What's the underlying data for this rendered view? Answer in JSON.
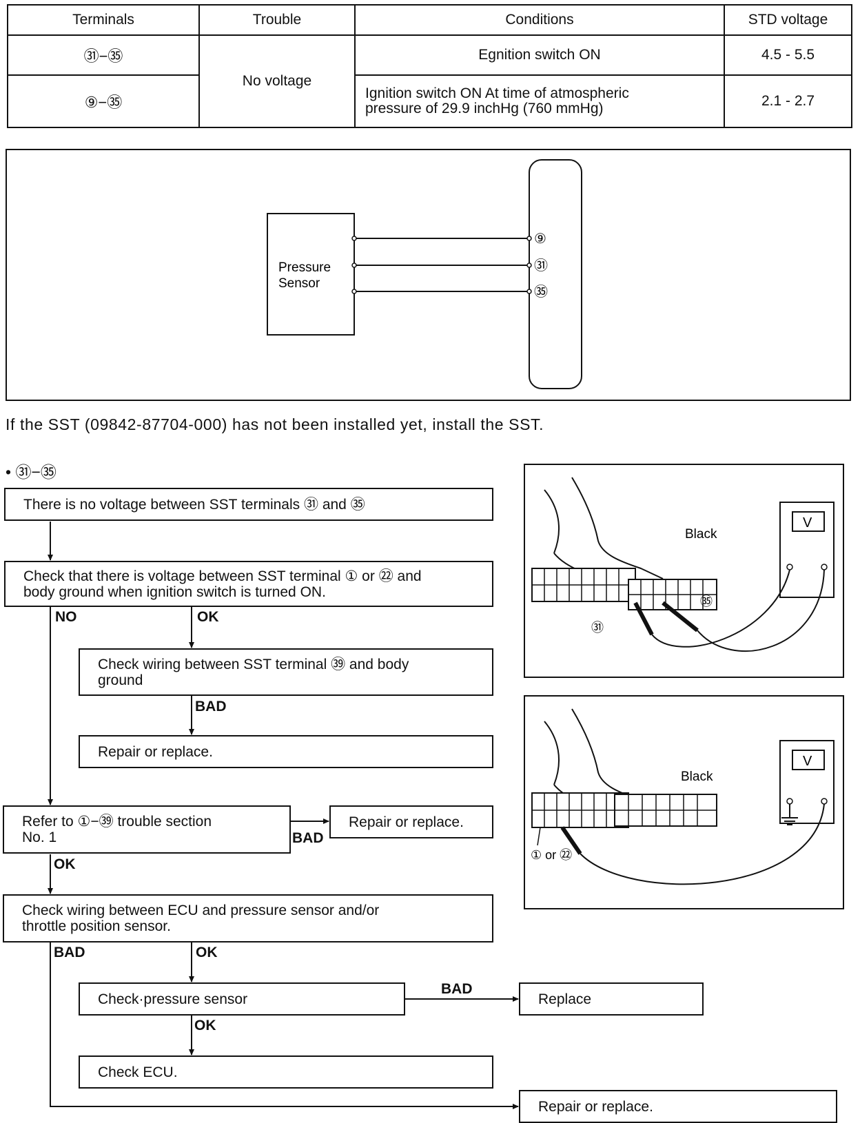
{
  "table": {
    "headers": [
      "Terminals",
      "Trouble",
      "Conditions",
      "STD voltage"
    ],
    "rows": [
      {
        "terminals": "㉛−㉟",
        "trouble": "No voltage",
        "conditions": "Egnition switch ON",
        "std": "4.5 - 5.5"
      },
      {
        "terminals": "⑨−㉟",
        "conditions_line1": "Ignition switch ON At time of atmospheric",
        "conditions_line2": "pressure of 29.9 inchHg (760 mmHg)",
        "std": "2.1 - 2.7"
      }
    ]
  },
  "diagram": {
    "sensor_line1": "Pressure",
    "sensor_line2": "Sensor",
    "pins": [
      "⑨",
      "㉛",
      "㉟"
    ]
  },
  "note": "If the SST (09842-87704-000) has not been installed yet, install the SST.",
  "section_heading": "• ㉛−㉟",
  "flow": {
    "step1": "There is no voltage between SST terminals ㉛ and ㉟",
    "step2_line1": "Check that there is voltage between SST terminal ① or ㉒ and",
    "step2_line2": "body ground when ignition switch is turned ON.",
    "step3_line1": "Check wiring between SST terminal ㊴ and body",
    "step3_line2": "ground",
    "step4": "Repair or replace.",
    "step5_line1": "Refer to ①−㊴ trouble section",
    "step5_line2": "No. 1",
    "step6": "Repair or replace.",
    "step7_line1": "Check wiring between ECU and pressure sensor and/or",
    "step7_line2": "throttle position sensor.",
    "step8": "Check·pressure sensor",
    "step9": "Replace",
    "step10": "Check ECU.",
    "step11": "Repair or replace.",
    "labels": {
      "no": "NO",
      "ok": "OK",
      "bad": "BAD"
    }
  },
  "figure1": {
    "meter": "V",
    "wire_label": "Black",
    "pin_a": "㉛",
    "pin_b": "㉟"
  },
  "figure2": {
    "meter": "V",
    "wire_label": "Black",
    "pin_label": "① or ㉒"
  }
}
